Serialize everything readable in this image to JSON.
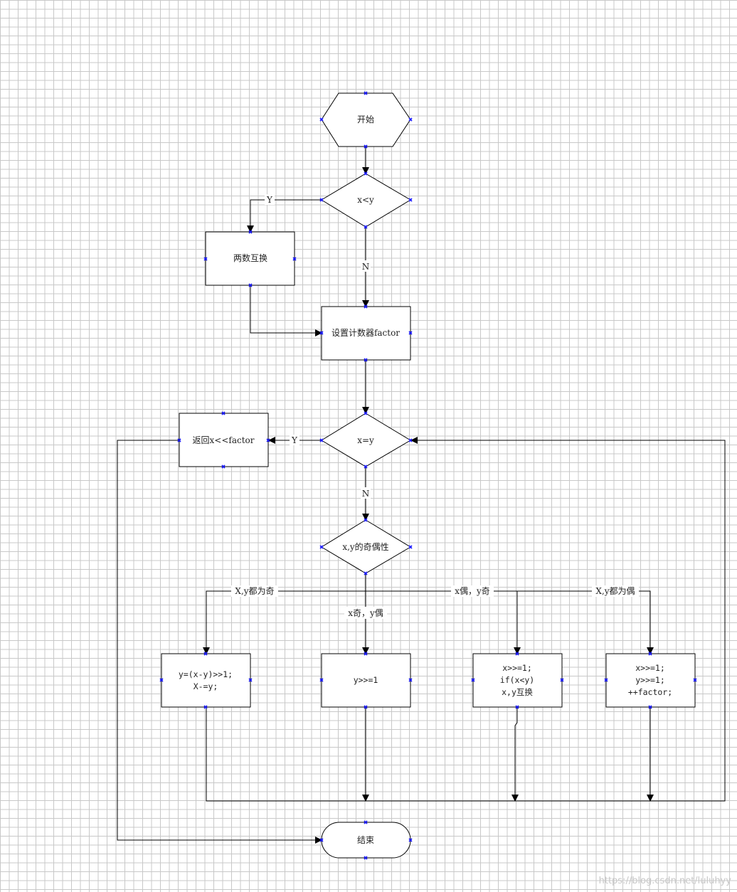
{
  "nodes": {
    "start": "开始",
    "cond_x_lt_y": "x<y",
    "swap": "两数互换",
    "set_counter": "设置计数器factor",
    "cond_x_eq_y": "x=y",
    "return": "返回x<<factor",
    "parity": "x,y的奇偶性",
    "both_odd": [
      "y=(x-y)>>1;",
      "X-=y;"
    ],
    "x_odd_y_even": [
      "y>>=1"
    ],
    "x_even_y_odd": [
      "x>>=1;",
      "if(x<y)",
      "x,y互换"
    ],
    "both_even": [
      "x>>=1;",
      "y>>=1;",
      "++factor;"
    ],
    "end": "结束"
  },
  "edge_labels": {
    "lt_yes": "Y",
    "lt_no": "N",
    "eq_yes": "Y",
    "eq_no": "N",
    "both_odd": "X,y都为奇",
    "x_odd_y_even": "x奇，y偶",
    "x_even_y_odd": "x偶，y奇",
    "both_even": "X,y都为偶"
  },
  "watermark": "https://blog.csdn.net/luluhyy",
  "colors": {
    "line": "#000000",
    "handle": "#1a1aff",
    "grid": "#c8c8c8"
  }
}
